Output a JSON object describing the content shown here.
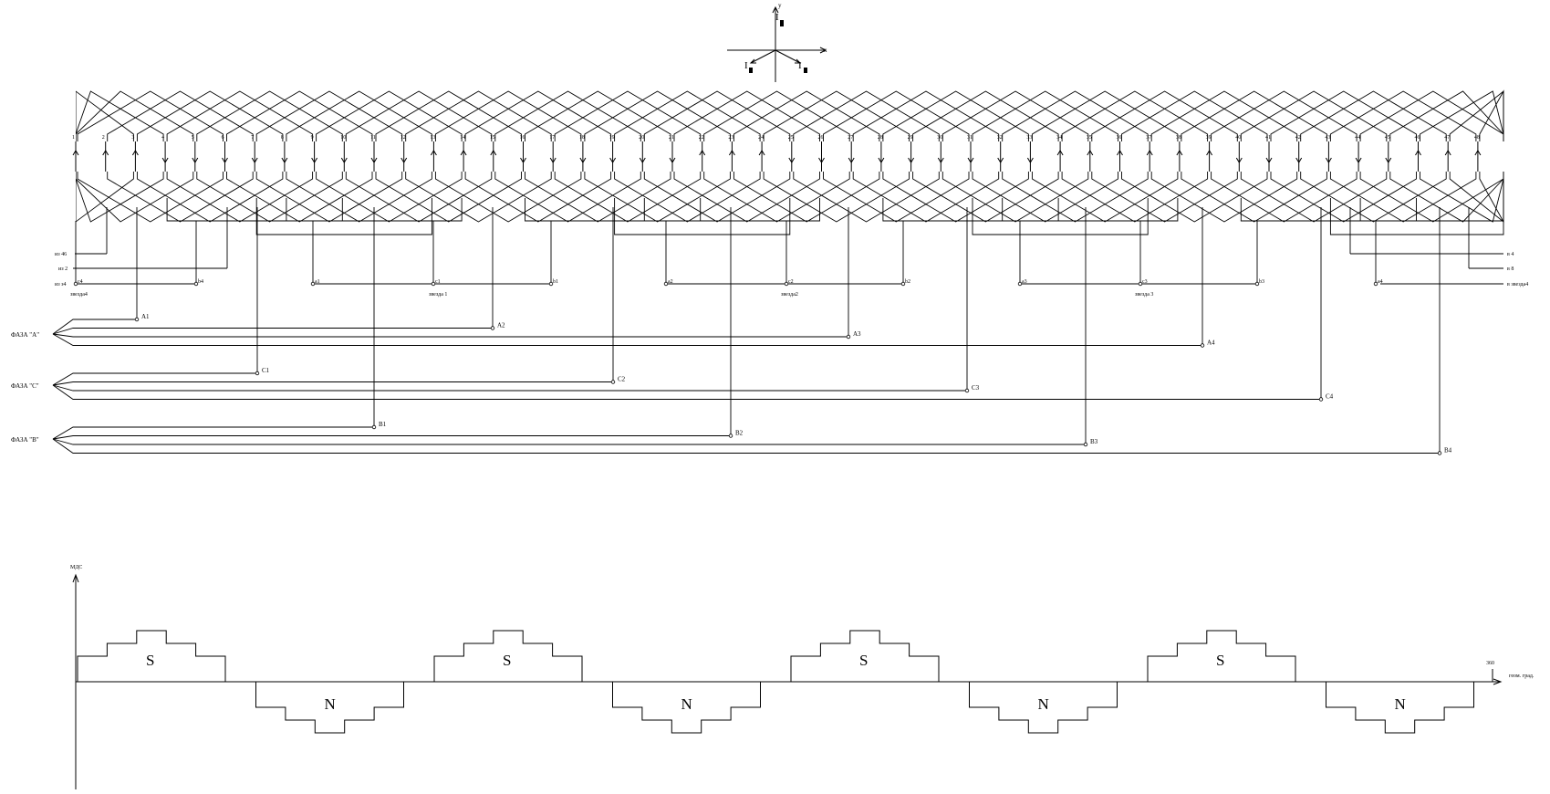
{
  "vector_diagram": {
    "axis_x": "x",
    "axis_y": "y",
    "current_labels": [
      "I",
      "I",
      "I"
    ]
  },
  "slot_numbers": [
    "1",
    "2",
    "3",
    "4",
    "5",
    "6",
    "7",
    "8",
    "9",
    "10",
    "11",
    "12",
    "13",
    "14",
    "15",
    "16",
    "17",
    "18",
    "19",
    "20",
    "21",
    "22",
    "23",
    "24",
    "25",
    "26",
    "27",
    "28",
    "29",
    "30",
    "31",
    "32",
    "33",
    "34",
    "35",
    "36",
    "37",
    "38",
    "39",
    "40",
    "41",
    "42",
    "43",
    "44",
    "45",
    "46",
    "47",
    "48",
    "1"
  ],
  "slot_directions": [
    "up",
    "up",
    "up",
    "down",
    "down",
    "down",
    "down",
    "down",
    "down",
    "down",
    "down",
    "down",
    "up",
    "up",
    "up",
    "down",
    "down",
    "down",
    "down",
    "down",
    "down",
    "up",
    "up",
    "up",
    "down",
    "down",
    "down",
    "down",
    "down",
    "down",
    "down",
    "down",
    "down",
    "up",
    "up",
    "up",
    "up",
    "up",
    "up",
    "down",
    "down",
    "down",
    "down",
    "down",
    "down",
    "up",
    "up",
    "up"
  ],
  "left_terminals": {
    "from46": "из 46",
    "from2": "из 2",
    "from_star4": "из з4",
    "star4": "звезда4"
  },
  "right_terminals": {
    "to4": "в 4",
    "to8": "в 8",
    "to_star4": "в звезда4"
  },
  "star_labels": [
    "звезда 1",
    "звезда2",
    "звезда 3"
  ],
  "star_points": [
    "c4",
    "b4",
    "a1",
    "c1",
    "b1",
    "a2",
    "c2",
    "b2",
    "a3",
    "c3",
    "b3",
    "a4"
  ],
  "phases": [
    {
      "label": "ФАЗА \"А\"",
      "outputs": [
        "A1",
        "A2",
        "A3",
        "A4"
      ]
    },
    {
      "label": "ФАЗА \"C\"",
      "outputs": [
        "C1",
        "C2",
        "C3",
        "C4"
      ]
    },
    {
      "label": "ФАЗА \"B\"",
      "outputs": [
        "B1",
        "B2",
        "B3",
        "B4"
      ]
    }
  ],
  "mmf_chart": {
    "y_axis_label": "МДС",
    "x_end_value": "360",
    "x_unit": "геом. град.",
    "poles": [
      "S",
      "N",
      "S",
      "N",
      "S",
      "N",
      "S",
      "N"
    ]
  }
}
